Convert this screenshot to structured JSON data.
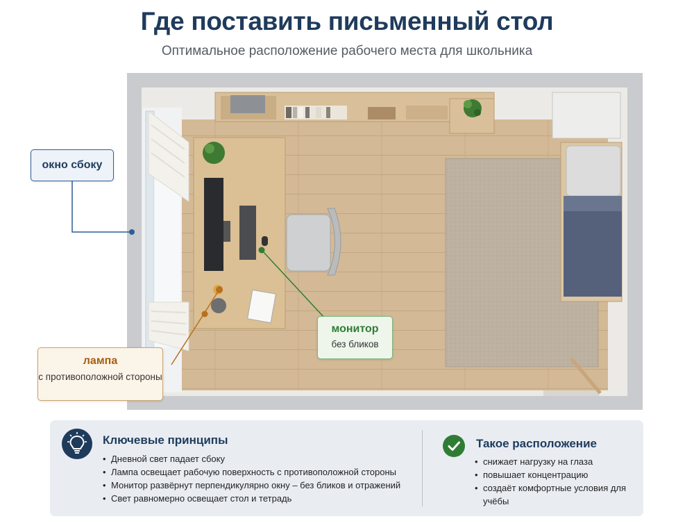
{
  "header": {
    "title": "Где поставить письменный стол",
    "subtitle": "Оптимальное расположение рабочего места для школьника"
  },
  "callouts": {
    "window": {
      "label": "окно сбоку"
    },
    "lamp": {
      "label": "лампа",
      "sublabel": "с противоположной стороны"
    },
    "monitor": {
      "label": "монитор",
      "sublabel": "без бликов"
    }
  },
  "colors": {
    "title": "#1f3b5c",
    "window_accent": "#2d5f96",
    "lamp_accent": "#b5711e",
    "monitor_accent": "#2f7d35",
    "floor": "#cfb18a",
    "panel_bg": "#e9edf2"
  },
  "info_panel": {
    "principles": {
      "icon": "lightbulb-icon",
      "title": "Ключевые принципы",
      "items": [
        "Дневной свет падает сбоку",
        "Лампа освещает рабочую поверхность с противоположной стороны",
        "Монитор развёрнут перпендикулярно окну – без бликов и отражений",
        "Свет равномерно освещает стол и тетрадь"
      ]
    },
    "result": {
      "icon": "checkmark-icon",
      "title": "Такое расположение",
      "items": [
        "снижает нагрузку на глаза",
        "повышает концентрацию",
        "создаёт комфортные условия для учёбы"
      ]
    }
  }
}
